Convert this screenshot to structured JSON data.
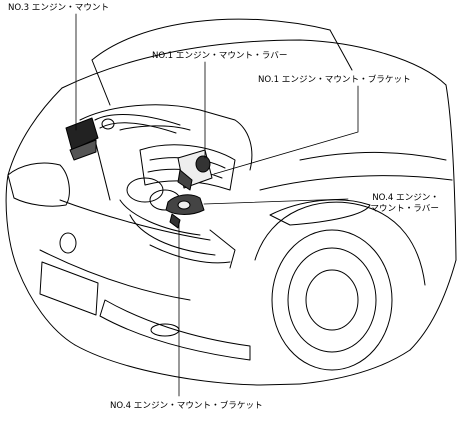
{
  "labels": {
    "no3_mount": "NO.3 エンジン・マウント",
    "no1_rubber": "NO.1 エンジン・マウント・ラバー",
    "no1_bracket": "NO.1 エンジン・マウント・ブラケット",
    "no4_rubber_line1": "NO.4 エンジン・",
    "no4_rubber_line2": "マウント・ラバー",
    "no4_bracket": "NO.4 エンジン・マウント・ブラケット"
  }
}
